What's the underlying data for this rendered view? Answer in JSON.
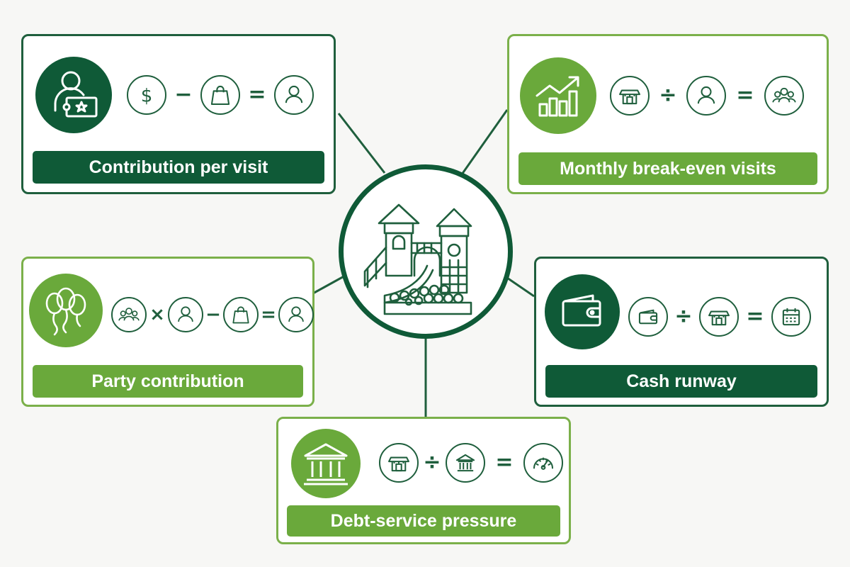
{
  "center": {
    "icon": "indoor-playground-icon"
  },
  "colors": {
    "dark_green": "#0f5a37",
    "light_green": "#6aa93b",
    "border_dark": "#1f5f3d",
    "border_light": "#7bb04a",
    "background": "#f7f7f5"
  },
  "cards": {
    "contribution_per_visit": {
      "label": "Contribution per visit",
      "icon": "visitor-ticket-icon",
      "formula": [
        "dollar-icon",
        "−",
        "shopping-bag-icon",
        "=",
        "person-icon"
      ]
    },
    "monthly_break_even_visits": {
      "label": "Monthly break-even visits",
      "icon": "growth-chart-icon",
      "formula": [
        "storefront-icon",
        "÷",
        "person-icon",
        "=",
        "group-icon"
      ]
    },
    "party_contribution": {
      "label": "Party contribution",
      "icon": "balloons-icon",
      "formula": [
        "group-icon",
        "×",
        "person-icon",
        "−",
        "shopping-bag-icon",
        "=",
        "person-icon"
      ]
    },
    "cash_runway": {
      "label": "Cash runway",
      "icon": "wallet-icon",
      "formula": [
        "wallet-icon",
        "÷",
        "storefront-icon",
        "=",
        "calendar-icon"
      ]
    },
    "debt_service_pressure": {
      "label": "Debt-service pressure",
      "icon": "bank-icon",
      "formula": [
        "storefront-icon",
        "÷",
        "bank-icon",
        "=",
        "gauge-icon"
      ]
    }
  }
}
